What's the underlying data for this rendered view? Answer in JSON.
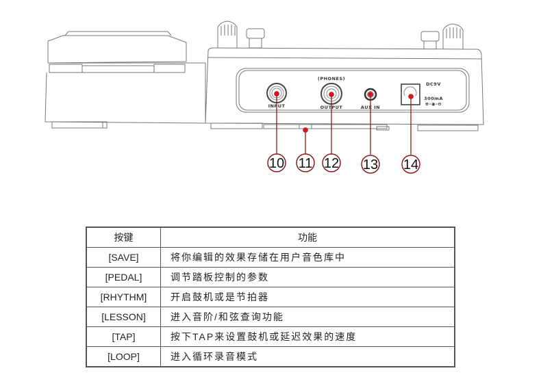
{
  "diagram": {
    "jacks": [
      {
        "id": "input",
        "label": "INPUT",
        "callout": "10"
      },
      {
        "id": "output",
        "label": "OUTPUT",
        "sublabel": "(PHONES)",
        "callout": "12"
      },
      {
        "id": "aux-in",
        "label": "AUX IN",
        "callout": "13"
      },
      {
        "id": "dc-power",
        "label": "DC9V",
        "sublabel": "300mA",
        "polarity": "⊕-◉-⊖",
        "callout": "14"
      }
    ],
    "bottom_switch": {
      "callout": "11"
    },
    "colors": {
      "callout_line": "#8b1a1a",
      "callout_dot": "#e0101e",
      "outline": "#777777"
    }
  },
  "table": {
    "headers": {
      "key": "按键",
      "function": "功能"
    },
    "rows": [
      {
        "key": "[SAVE]",
        "function": "将你编辑的效果存储在用户音色库中"
      },
      {
        "key": "[PEDAL]",
        "function": "调节踏板控制的参数"
      },
      {
        "key": "[RHYTHM]",
        "function": "开启鼓机或是节拍器"
      },
      {
        "key": "[LESSON]",
        "function": "进入音阶/和弦查询功能"
      },
      {
        "key": "[TAP]",
        "function": "按下TAP来设置鼓机或延迟效果的速度"
      },
      {
        "key": "[LOOP]",
        "function": "进入循环录音模式"
      }
    ]
  }
}
